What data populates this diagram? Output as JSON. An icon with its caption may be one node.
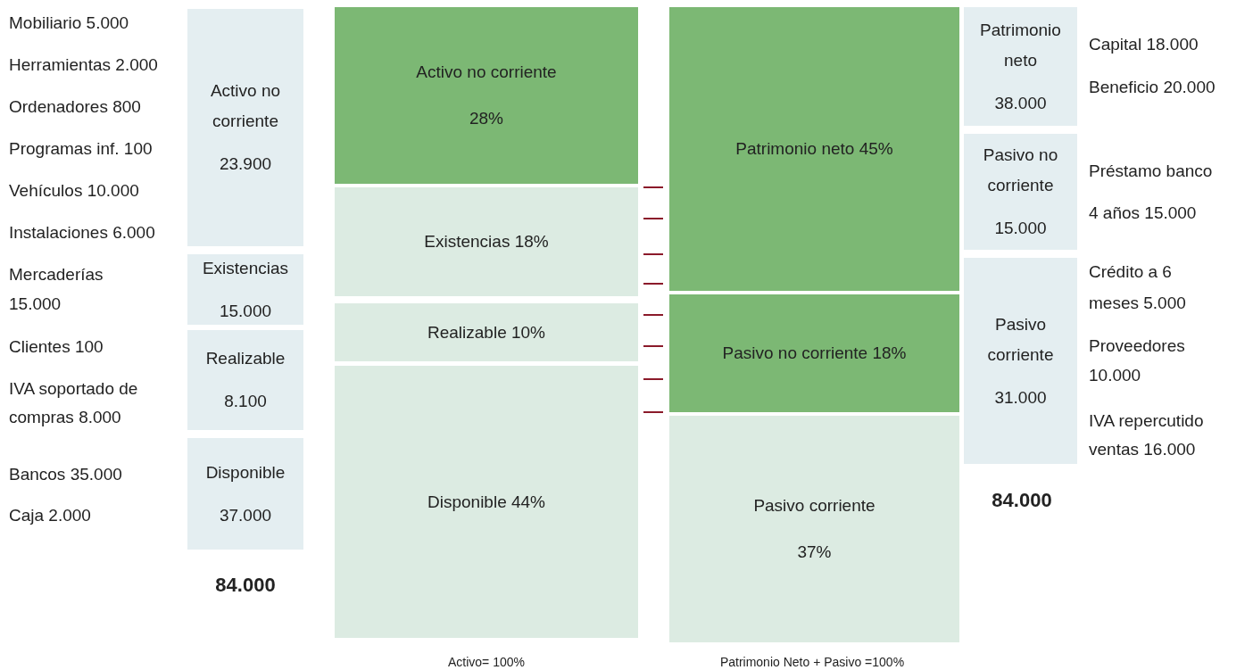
{
  "diagram": {
    "nodes": [
      {
        "text": [
          "Activo no corriente",
          "23.900"
        ],
        "beside": [
          "Mobiliario 5.000",
          "Herramientas 2.000",
          "Ordenadores 800",
          "Programas inf. 100",
          "Vehículos 10.000",
          "Instalaciones 6.000"
        ]
      },
      {
        "text": [
          "Existencias",
          "15.000"
        ]
      },
      {
        "text": [
          "Realizable",
          "8.100"
        ],
        "beside": [
          "Clientes 100",
          "IVA soportado de compras 8.000"
        ]
      },
      {
        "text": [
          "Disponible",
          "37.000"
        ],
        "beside": [
          "Bancos 35.000",
          "Caja 2.000"
        ]
      },
      {
        "text": [
          "Activo no corriente 28%"
        ]
      },
      {
        "text": [
          "Existencias 18%"
        ]
      },
      {
        "text": [
          "Realizable 10%"
        ]
      },
      {
        "text": [
          "Disponible 44%"
        ]
      },
      {
        "text": [
          "Patrimonio neto 45%"
        ]
      },
      {
        "text": [
          "Pasivo no corriente 18%"
        ]
      },
      {
        "text": [
          "Pasivo corriente 37%"
        ]
      },
      {
        "text": [
          "Patrimonio neto",
          "38.000"
        ],
        "beside": [
          "Capital 18.000",
          "Beneficio 20.000"
        ]
      },
      {
        "text": [
          "Pasivo no corriente",
          "15.000"
        ],
        "beside": [
          "Préstamo banco 4 años 15.000"
        ]
      },
      {
        "text": [
          "Pasivo corriente",
          "31.000"
        ],
        "beside": [
          "Crédito a 6 meses 5.000",
          "Proveedores 10.000",
          "IVA repercutido ventas 16.000"
        ]
      }
    ],
    "labels": [
      "Mercaderías 15.000",
      "84.000",
      "84.000",
      "Activo= 100%",
      "Patrimonio Neto + Pasivo =100%"
    ]
  }
}
